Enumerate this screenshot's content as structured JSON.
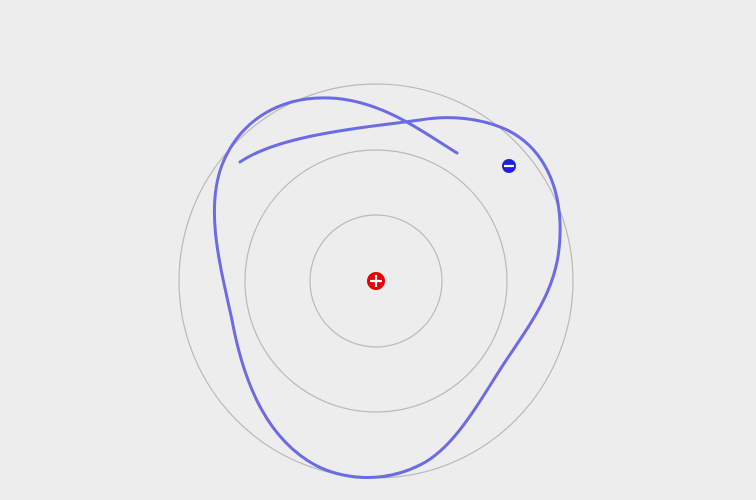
{
  "colors": {
    "background": "#ededed",
    "orbit": "#b9b9b9",
    "trajectory": "#6b6be6",
    "nucleus": "#e60000",
    "electron": "#1f1fe0",
    "charge_sign": "#ffffff"
  },
  "scene": {
    "orbit_count": 3,
    "nucleus": {
      "charge": "positive",
      "icon": "plus-icon"
    },
    "electron": {
      "charge": "negative",
      "icon": "minus-icon"
    }
  }
}
